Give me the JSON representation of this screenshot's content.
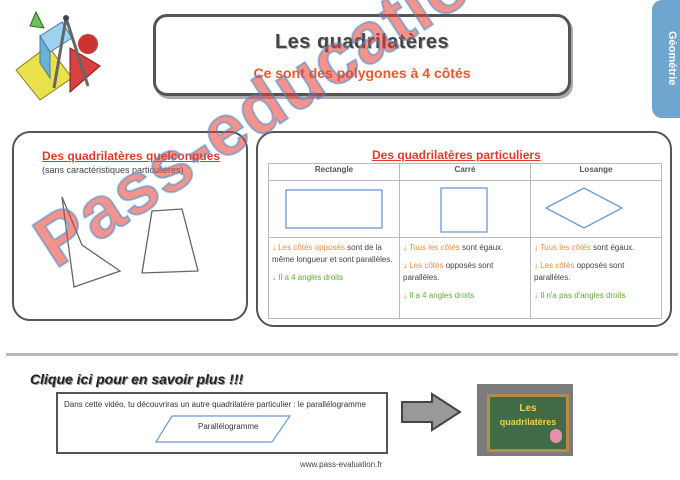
{
  "header": {
    "title": "Les quadrilatères",
    "subtitle": "Ce sont des polygones à 4 côtés",
    "tab_label": "Géométrie"
  },
  "left_panel": {
    "title": "Des quadrilatères quelconques",
    "note": "(sans caractéristiques particulières)"
  },
  "right_panel": {
    "title": "Des quadrilatères particuliers",
    "columns": [
      {
        "header": "Rectangle"
      },
      {
        "header": "Carré"
      },
      {
        "header": "Losange"
      }
    ],
    "rect_props": {
      "p1a": "Les côtés opposés",
      "p1b": " sont de la même longueur et sont parallèles.",
      "p2": "Il a 4 angles droits"
    },
    "carre_props": {
      "p1a": "Tous les côtés",
      "p1b": " sont égaux.",
      "p2a": "Les côtés",
      "p2b": " opposés sont parallèles.",
      "p3": "Il a 4 angles droits"
    },
    "losange_props": {
      "p1a": "Tous les côtés",
      "p1b": " sont égaux.",
      "p2a": "Les côtés",
      "p2b": " opposés sont parallèles.",
      "p3": "Il n'a pas d'angles droits"
    }
  },
  "bottom": {
    "cta": "Clique ici pour en savoir plus !!!",
    "video_text": "Dans cette vidéo, tu découvriras un autre quadrilatère particulier : le parallélogramme",
    "shape_label": "Parallélogramme",
    "thumb_text1": "Les",
    "thumb_text2": "quadrilatères"
  },
  "footer": "www.pass-evaluation.fr",
  "watermark": "Pass-education",
  "colors": {
    "accent_red": "#e03c2c",
    "accent_orange": "#e8913a",
    "accent_green": "#5fae3a",
    "tab_blue": "#6fa6cf"
  }
}
